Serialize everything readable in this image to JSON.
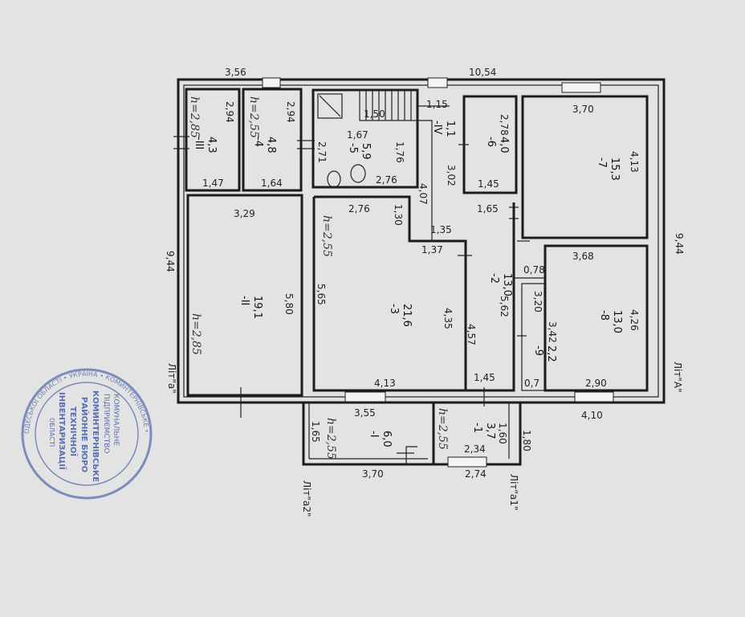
{
  "colors": {
    "paper": "#e2e3e2",
    "ink": "#1c1c1c",
    "stamp": "#5a6fb0"
  },
  "outer_dims": {
    "top_left": "3,56",
    "top_right": "10,54",
    "left": "9,44",
    "right": "9,44",
    "bottom": "4,10",
    "annex_left_bottom": "3,70",
    "annex_right_bottom": "2,74"
  },
  "letters": {
    "lit_a": "Літ\"а\"",
    "lit_A": "Літ\"А\"",
    "lit_a2": "Літ\"а2\"",
    "lit_a1": "Літ\"а1\""
  },
  "rooms": [
    {
      "id": "III",
      "label": "-III",
      "area": "4,3"
    },
    {
      "id": "4",
      "label": "-4",
      "area": "4,8"
    },
    {
      "id": "5",
      "label": "-5",
      "area": "5,9"
    },
    {
      "id": "IV",
      "label": "-IV",
      "area": "1,1"
    },
    {
      "id": "6",
      "label": "-6",
      "area": "4,0"
    },
    {
      "id": "7",
      "label": "-7",
      "area": "15,3"
    },
    {
      "id": "II",
      "label": "-II",
      "area": "19,1"
    },
    {
      "id": "3",
      "label": "-3",
      "area": "21,6"
    },
    {
      "id": "2",
      "label": "-2",
      "area": "13,0"
    },
    {
      "id": "8",
      "label": "-8",
      "area": "13,0"
    },
    {
      "id": "9",
      "label": "-9",
      "area": "2,2"
    },
    {
      "id": "I",
      "label": "-I",
      "area": "6,0"
    },
    {
      "id": "1",
      "label": "-1",
      "area": "3,7"
    }
  ],
  "dims": {
    "r3_w": "2,94",
    "r3_b": "1,47",
    "r4_w": "2,94",
    "r4_b": "1,64",
    "r5_t": "1,67",
    "r5_l": "2,71",
    "r5_r": "1,76",
    "r5_b": "2,76",
    "stair_t": "1,50",
    "stair_1": "1,15",
    "r6_t": "2,78",
    "r6_b": "1,45",
    "corr_v": "3,02",
    "r7_t": "3,70",
    "r7_r": "4,13",
    "r2_t": "3,29",
    "r2_r": "5,80",
    "r3b_t": "2,76",
    "r3b_l": "5,65",
    "r3b_s1": "1,30",
    "r3b_s2": "1,35",
    "r3b_s3": "1,37",
    "r3b_r": "4,35",
    "r3b_b": "4,13",
    "corr_v2": "4,07",
    "r2b_t": "1,65",
    "r2b_r": "5,62",
    "r2b_l": "4,57",
    "r2b_b": "1,45",
    "r8_t": "3,68",
    "r8_r": "4,26",
    "r8_l": "3,42",
    "r8_b": "2,90",
    "r9_t": "0,78",
    "r9_h": "3,20",
    "r9_b": "0,7",
    "ann_t": "3,55",
    "ann_l": "1,65",
    "ann1_r": "1,60",
    "ann1_rr": "1,80",
    "ann1_b": "2,34"
  },
  "heights": {
    "h1": "h=2,85",
    "h2": "h=2,55",
    "h3": "h=2,55",
    "h4": "h=2,85",
    "h5": "h=2,55",
    "h6": "h=2,55"
  },
  "stamp": {
    "line1": "КОМУНАЛЬНЕ",
    "line2": "ПІДПРИЄМСТВО",
    "line3": "КОМИНТЕРНІВСЬКЕ",
    "line4": "РАЙОННЕ БЮРО",
    "line5": "ТЕХНІЧНОЇ",
    "line6": "ІНВЕНТАРИЗАЦІЇ",
    "line7": "ОБЛАСТІ",
    "ring": "ОДЕСЬКОЇ ОБЛАСТІ • УКРАЇНА • КОМИНТЕРНІВСЬКЕ •"
  }
}
